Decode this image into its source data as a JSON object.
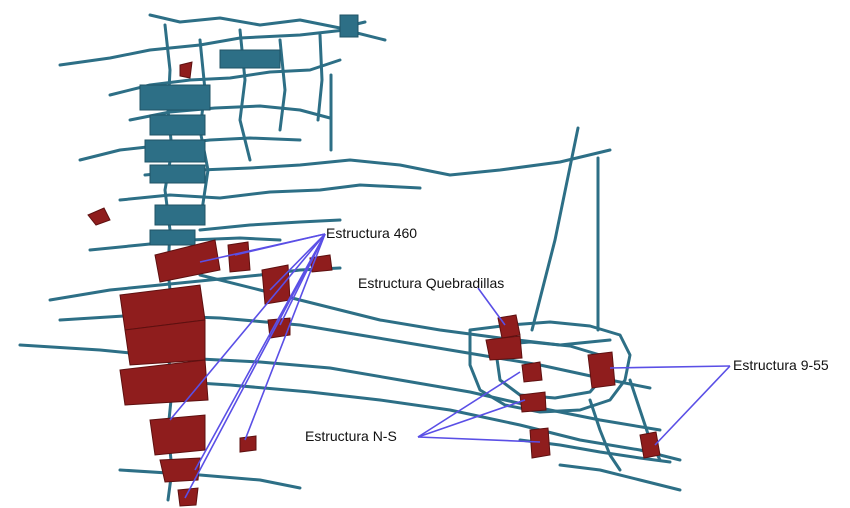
{
  "labels": {
    "estructura_460": "Estructura 460",
    "estructura_quebradillas": "Estructura Quebradillas",
    "estructura_9_55": "Estructura 9-55",
    "estructura_ns": "Estructura N-S"
  },
  "colors": {
    "tunnel": "#2d6f86",
    "tunnel_dark": "#1f5366",
    "orebody": "#8f1d1d",
    "orebody_dark": "#5e1010",
    "leader": "#5a4fe6",
    "text": "#111111"
  }
}
